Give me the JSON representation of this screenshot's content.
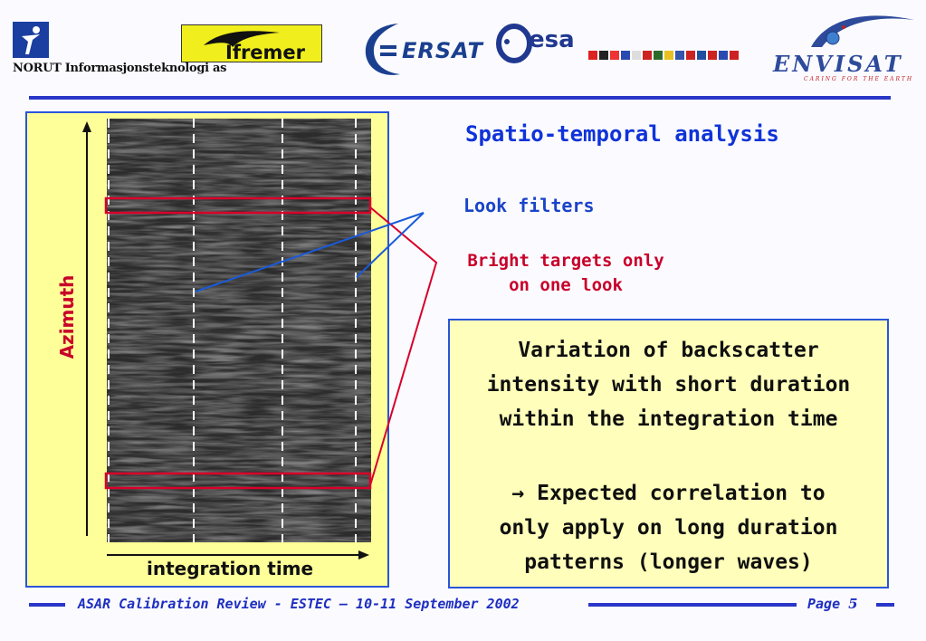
{
  "header": {
    "norut_text": "NORUT Informasjonsteknologi as",
    "ifremer_text": "Ifremer",
    "ersat_text": "ERSAT",
    "esa_text": "esa",
    "envisat_text": "ENVISAT",
    "envisat_tagline": "CARING FOR THE EARTH"
  },
  "figure": {
    "azimuth_label": "Azimuth",
    "integration_label": "integration time"
  },
  "annotations": {
    "title": "Spatio-temporal analysis",
    "look_filters": "Look filters",
    "bright_targets_line1": "Bright targets only",
    "bright_targets_line2": "on one look"
  },
  "info_box": {
    "para1_line1": "Variation of backscatter",
    "para1_line2": "intensity with short duration",
    "para1_line3": "within the integration time",
    "para2_line1": "→ Expected correlation to",
    "para2_line2": "only apply on long duration",
    "para2_line3": "patterns (longer waves)"
  },
  "footer": {
    "text": "ASAR Calibration Review - ESTEC – 10-11 September  2002",
    "page_label": "Page",
    "page_number": "5"
  },
  "colors": {
    "accent_blue": "#2a36c8",
    "title_blue": "#1033d8",
    "highlight_red": "#c8002a",
    "panel_yellow": "#ffff99",
    "box_yellow": "#ffffbb"
  }
}
